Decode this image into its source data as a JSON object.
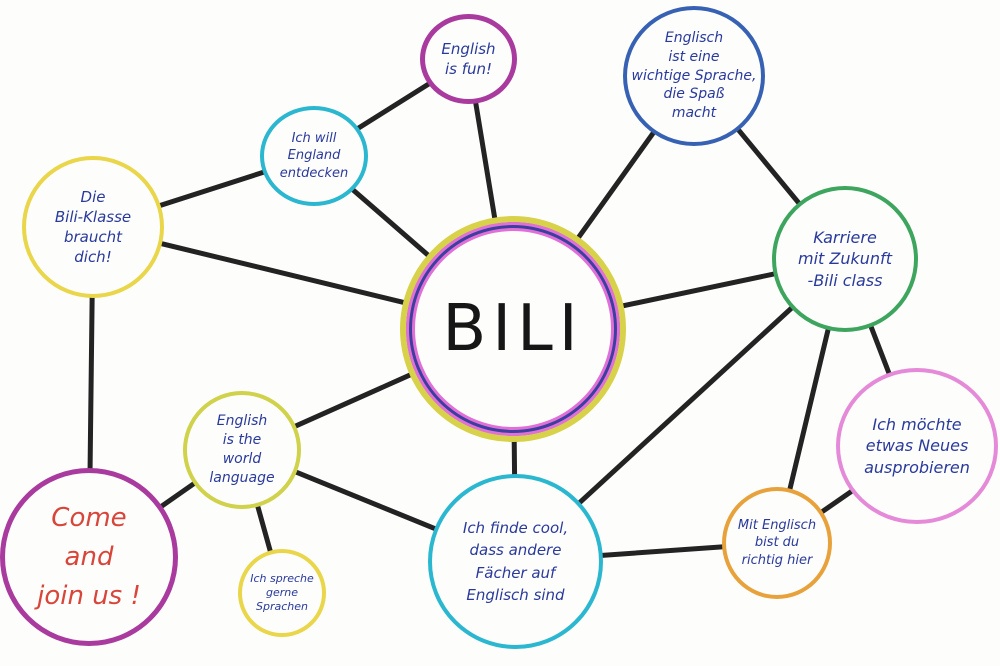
{
  "diagram": {
    "type": "mind-map",
    "nodes": [
      {
        "id": "center",
        "label": "BILI",
        "color": "#d8d24a"
      },
      {
        "id": "fun",
        "label": "English\nis fun!",
        "color": "#a93a9e"
      },
      {
        "id": "discover",
        "label": "Ich will\nEngland\nentdecken",
        "color": "#2bb7cf"
      },
      {
        "id": "important",
        "label": "Englisch\nist eine\nwichtige Sprache,\ndie Spaß\nmacht",
        "color": "#3762b3"
      },
      {
        "id": "needs",
        "label": "Die\nBili-Klasse\nbraucht\ndich!",
        "color": "#e9d64a"
      },
      {
        "id": "career",
        "label": "Karriere\nmit Zukunft\n-Bili class",
        "color": "#3da55e"
      },
      {
        "id": "new",
        "label": "Ich möchte\netwas Neues\nausprobieren",
        "color": "#e58ad8"
      },
      {
        "id": "world",
        "label": "English\nis the\nworld\nlanguage",
        "color": "#cfd24a"
      },
      {
        "id": "come",
        "label": "Come\nand\njoin us !",
        "color": "#a93a9e"
      },
      {
        "id": "speak",
        "label": "Ich spreche\ngerne\nSprachen",
        "color": "#e9d64a"
      },
      {
        "id": "cool",
        "label": "Ich finde cool,\ndass andere\nFächer auf\nEnglisch sind",
        "color": "#2bb7cf"
      },
      {
        "id": "right",
        "label": "Mit Englisch\nbist du\nrichtig hier",
        "color": "#e8a23c"
      }
    ],
    "edges": [
      [
        "center",
        "fun"
      ],
      [
        "center",
        "discover"
      ],
      [
        "center",
        "important"
      ],
      [
        "center",
        "needs"
      ],
      [
        "center",
        "career"
      ],
      [
        "center",
        "world"
      ],
      [
        "center",
        "cool"
      ],
      [
        "fun",
        "discover"
      ],
      [
        "discover",
        "needs"
      ],
      [
        "important",
        "career"
      ],
      [
        "needs",
        "come"
      ],
      [
        "career",
        "new"
      ],
      [
        "career",
        "right"
      ],
      [
        "career",
        "cool"
      ],
      [
        "world",
        "come"
      ],
      [
        "world",
        "speak"
      ],
      [
        "world",
        "cool"
      ],
      [
        "cool",
        "right"
      ],
      [
        "right",
        "new"
      ]
    ]
  }
}
